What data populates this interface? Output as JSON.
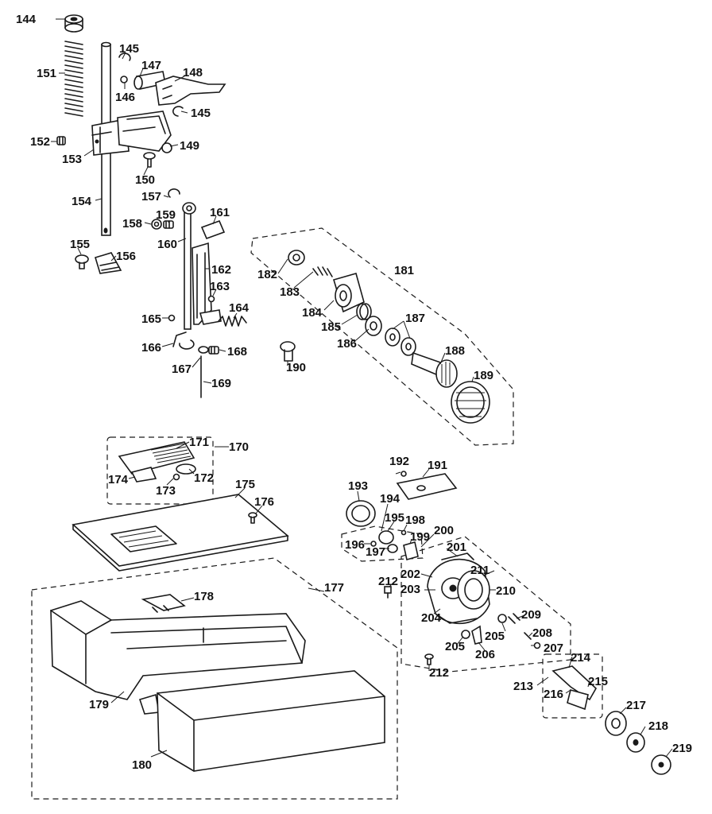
{
  "parts": [
    {
      "id": "144"
    },
    {
      "id": "145"
    },
    {
      "id": "145"
    },
    {
      "id": "146"
    },
    {
      "id": "147"
    },
    {
      "id": "148"
    },
    {
      "id": "149"
    },
    {
      "id": "150"
    },
    {
      "id": "151"
    },
    {
      "id": "152"
    },
    {
      "id": "153"
    },
    {
      "id": "154"
    },
    {
      "id": "155"
    },
    {
      "id": "156"
    },
    {
      "id": "157"
    },
    {
      "id": "158"
    },
    {
      "id": "159"
    },
    {
      "id": "160"
    },
    {
      "id": "161"
    },
    {
      "id": "162"
    },
    {
      "id": "163"
    },
    {
      "id": "164"
    },
    {
      "id": "165"
    },
    {
      "id": "166"
    },
    {
      "id": "167"
    },
    {
      "id": "168"
    },
    {
      "id": "169"
    },
    {
      "id": "170"
    },
    {
      "id": "171"
    },
    {
      "id": "172"
    },
    {
      "id": "173"
    },
    {
      "id": "174"
    },
    {
      "id": "175"
    },
    {
      "id": "176"
    },
    {
      "id": "177"
    },
    {
      "id": "178"
    },
    {
      "id": "179"
    },
    {
      "id": "180"
    },
    {
      "id": "181"
    },
    {
      "id": "182"
    },
    {
      "id": "183"
    },
    {
      "id": "184"
    },
    {
      "id": "185"
    },
    {
      "id": "186"
    },
    {
      "id": "187"
    },
    {
      "id": "188"
    },
    {
      "id": "189"
    },
    {
      "id": "190"
    },
    {
      "id": "191"
    },
    {
      "id": "192"
    },
    {
      "id": "193"
    },
    {
      "id": "194"
    },
    {
      "id": "195"
    },
    {
      "id": "196"
    },
    {
      "id": "197"
    },
    {
      "id": "198"
    },
    {
      "id": "199"
    },
    {
      "id": "200"
    },
    {
      "id": "201"
    },
    {
      "id": "202"
    },
    {
      "id": "203"
    },
    {
      "id": "204"
    },
    {
      "id": "205"
    },
    {
      "id": "205"
    },
    {
      "id": "206"
    },
    {
      "id": "207"
    },
    {
      "id": "208"
    },
    {
      "id": "209"
    },
    {
      "id": "210"
    },
    {
      "id": "211"
    },
    {
      "id": "212"
    },
    {
      "id": "212"
    },
    {
      "id": "213"
    },
    {
      "id": "214"
    },
    {
      "id": "215"
    },
    {
      "id": "216"
    },
    {
      "id": "217"
    },
    {
      "id": "218"
    },
    {
      "id": "219"
    }
  ]
}
